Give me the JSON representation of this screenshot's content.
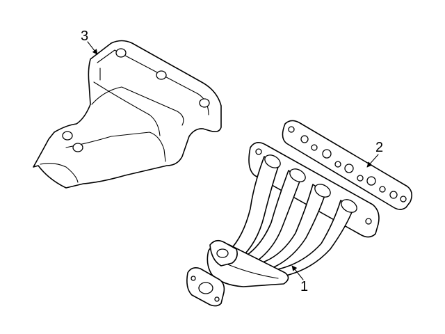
{
  "diagram": {
    "callouts": [
      {
        "number": "1",
        "part": "exhaust-manifold"
      },
      {
        "number": "2",
        "part": "manifold-gasket"
      },
      {
        "number": "3",
        "part": "heat-shield"
      }
    ]
  }
}
